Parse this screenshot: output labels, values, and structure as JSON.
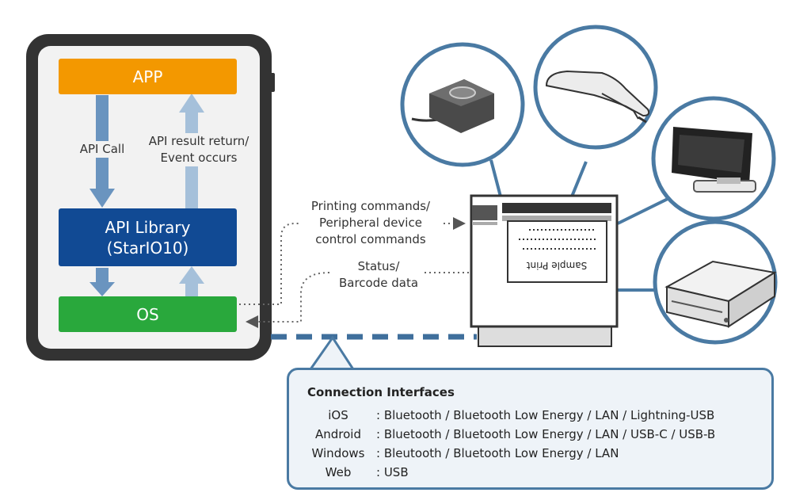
{
  "app_stack": {
    "app": "APP",
    "api_library_line1": "API Library",
    "api_library_line2": "(StarIO10)",
    "os": "OS",
    "api_call": "API Call",
    "api_result_line1": "API result return/",
    "api_result_line2": "Event occurs"
  },
  "communication": {
    "printing_line1": "Printing commands/",
    "printing_line2": "Peripheral device",
    "printing_line3": "control commands",
    "status_line1": "Status/",
    "status_line2": "Barcode data"
  },
  "printer": {
    "receipt_text": "Sample Print"
  },
  "connection_interfaces": {
    "title": "Connection Interfaces",
    "rows": [
      {
        "platform": "iOS",
        "value": ": Bluetooth / Bluetooth Low Energy / LAN / Lightning-USB"
      },
      {
        "platform": "Android",
        "value": ": Bluetooth / Bluetooth Low Energy / LAN / USB-C / USB-B"
      },
      {
        "platform": "Windows",
        "value": ": Bleutooth / Bluetooth Low Energy / LAN"
      },
      {
        "platform": "Web",
        "value": ": USB"
      }
    ]
  },
  "colors": {
    "app": "#f39800",
    "api_library": "#114a94",
    "os": "#29a83c",
    "arrow_down": "#6a94bf",
    "arrow_up": "#a5c0da",
    "peripheral_ring": "#4a7aa3",
    "connection_line": "#3f6f9c"
  },
  "icons": [
    "tablet-device",
    "ble-button-icon",
    "barcode-scanner-icon",
    "customer-display-icon",
    "cash-drawer-icon",
    "receipt-printer-icon"
  ]
}
